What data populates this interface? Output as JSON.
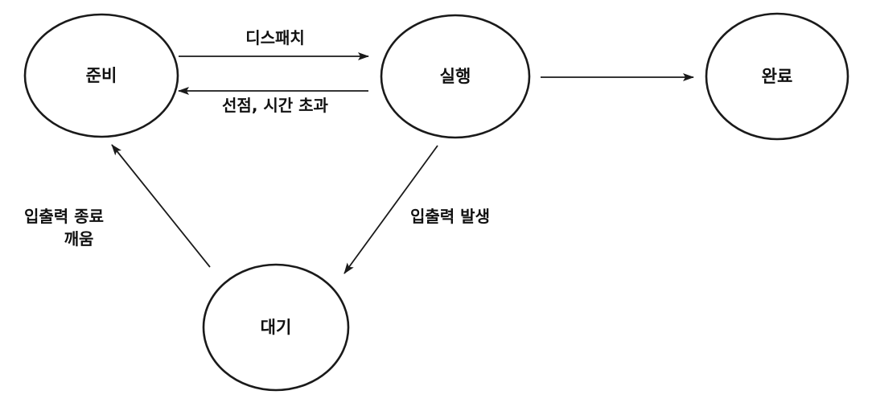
{
  "nodes": {
    "ready": "준비",
    "running": "실행",
    "done": "완료",
    "waiting": "대기"
  },
  "edges": {
    "dispatch": "디스패치",
    "preempt_timeout": "선점, 시간 초과",
    "io_occurred": "입출력 발생",
    "io_finished_line1": "입출력 종료",
    "io_finished_line2": "깨움"
  }
}
